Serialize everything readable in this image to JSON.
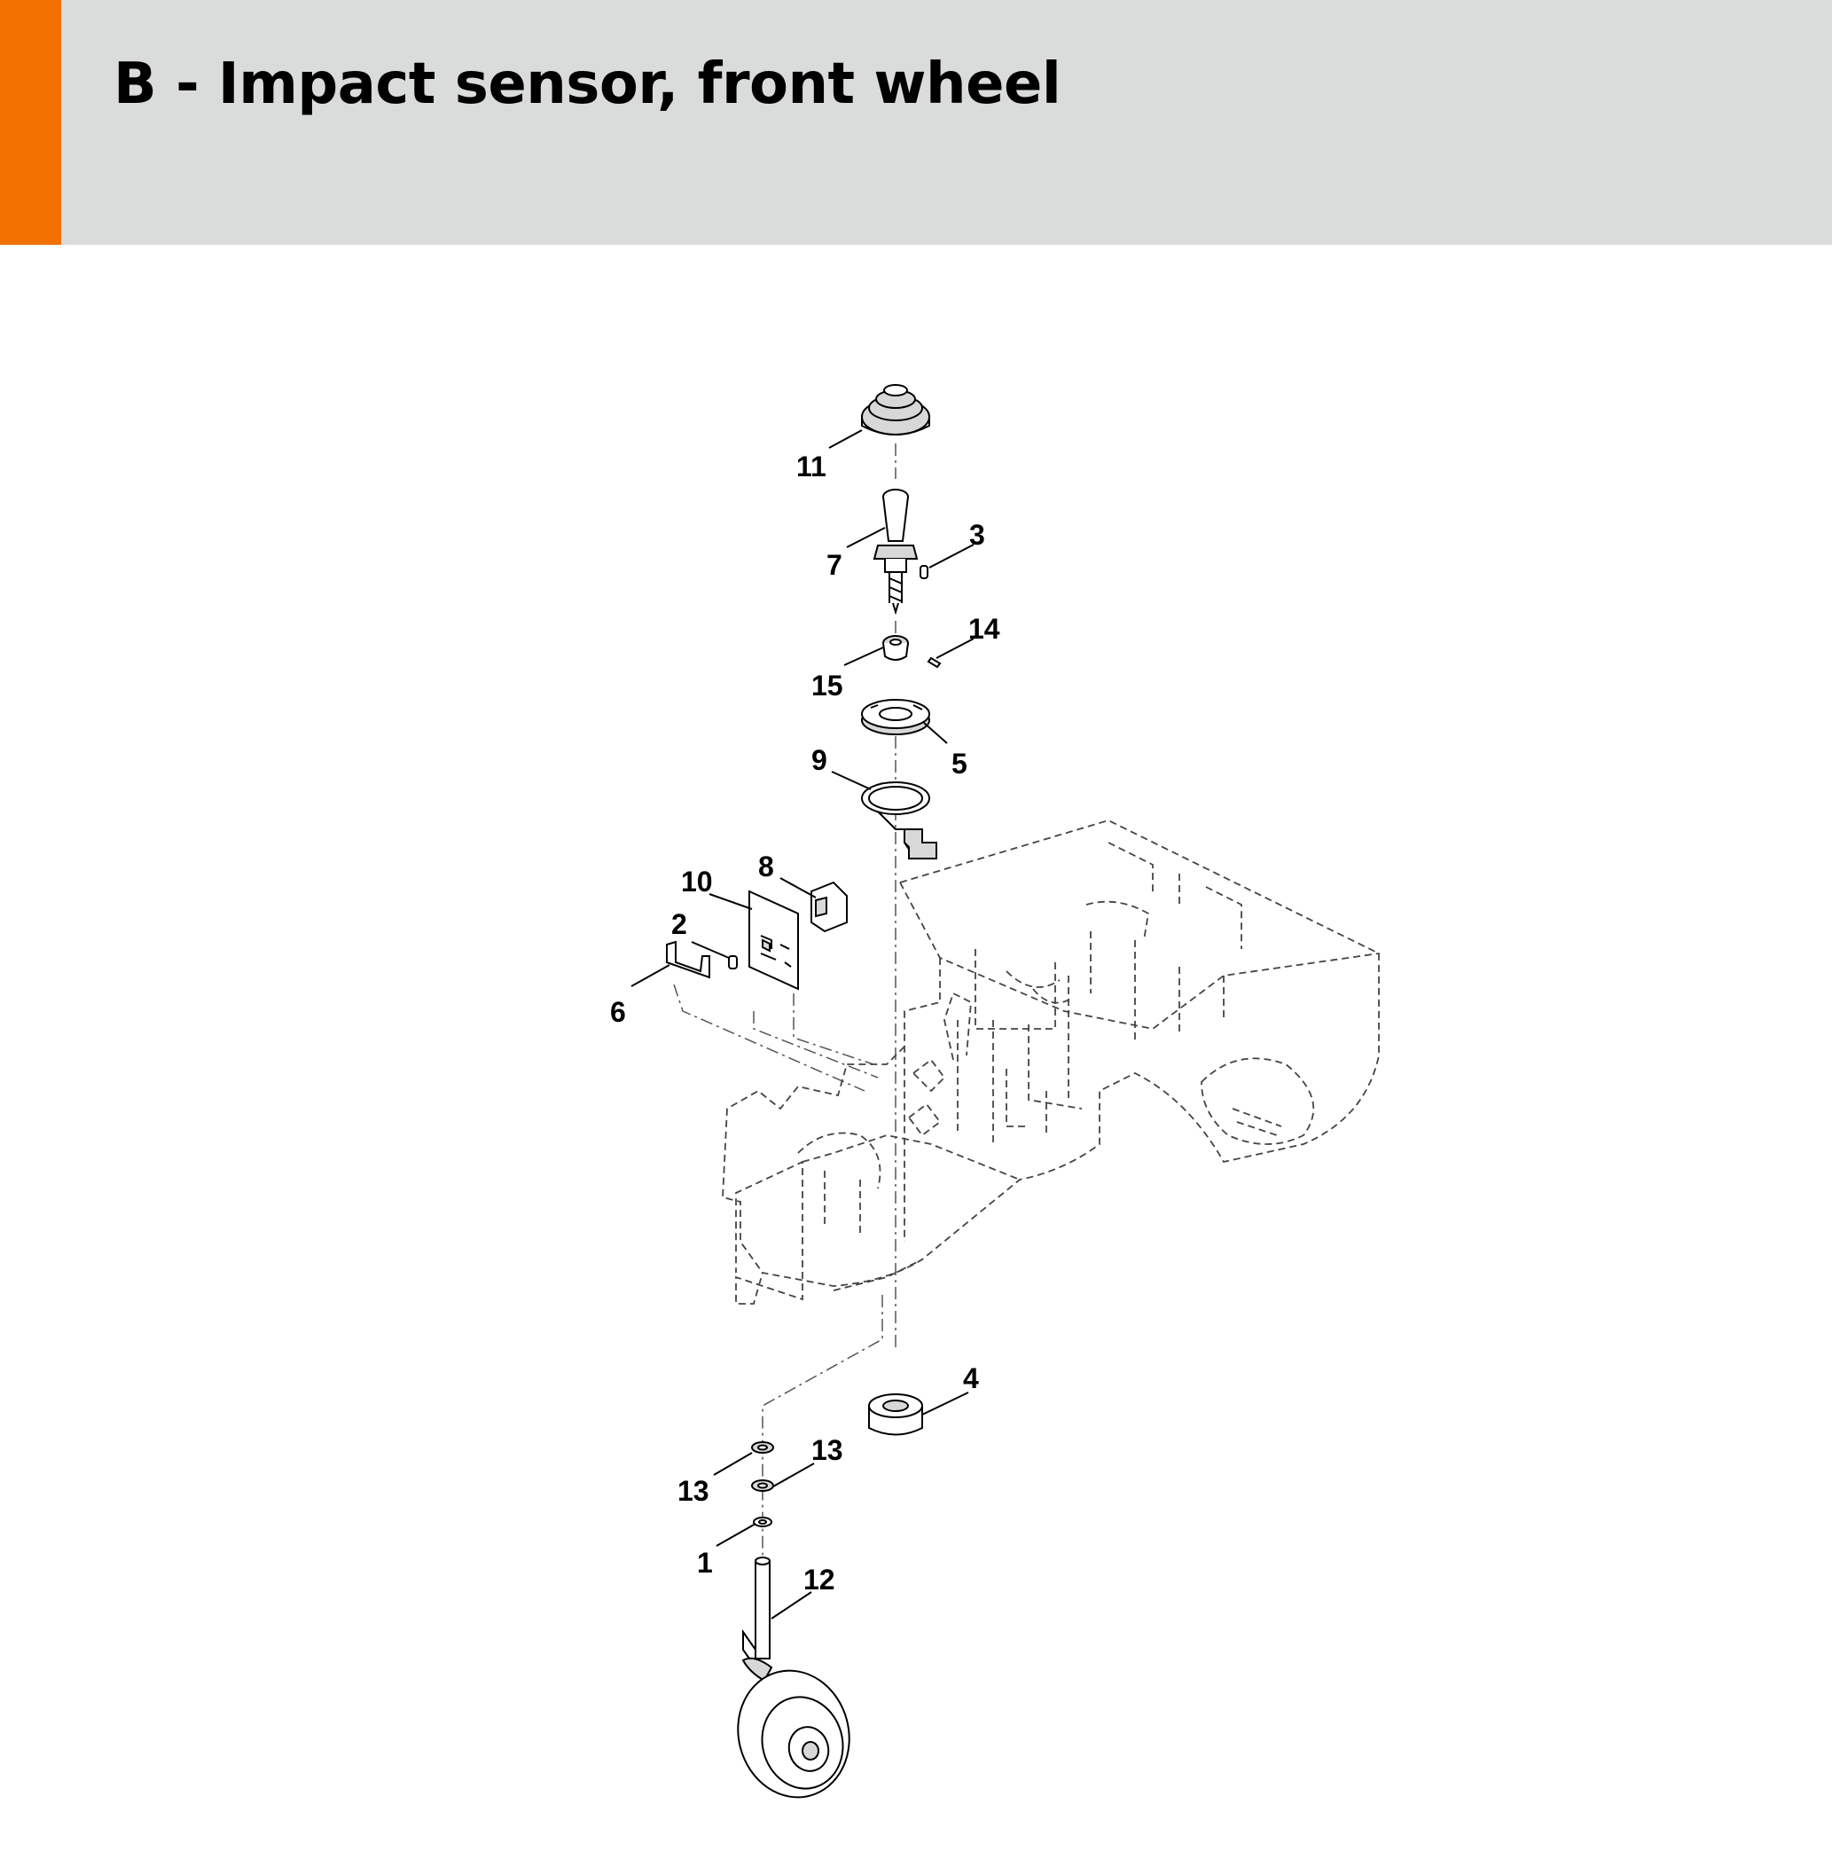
{
  "header": {
    "title": "B - Impact sensor, front wheel",
    "accent_color": "#f07000",
    "background_color": "#dadcdb"
  },
  "diagram": {
    "callouts": [
      "11",
      "7",
      "3",
      "14",
      "15",
      "5",
      "9",
      "8",
      "10",
      "2",
      "6",
      "4",
      "13",
      "13",
      "1",
      "12"
    ],
    "parts": [
      {
        "callout": "1",
        "label": "1"
      },
      {
        "callout": "2",
        "label": "2"
      },
      {
        "callout": "3",
        "label": "3"
      },
      {
        "callout": "4",
        "label": "4"
      },
      {
        "callout": "5",
        "label": "5"
      },
      {
        "callout": "6",
        "label": "6"
      },
      {
        "callout": "7",
        "label": "7"
      },
      {
        "callout": "8",
        "label": "8"
      },
      {
        "callout": "9",
        "label": "9"
      },
      {
        "callout": "10",
        "label": "10"
      },
      {
        "callout": "11",
        "label": "11"
      },
      {
        "callout": "12",
        "label": "12"
      },
      {
        "callout": "13a",
        "label": "13"
      },
      {
        "callout": "13b",
        "label": "13"
      },
      {
        "callout": "14",
        "label": "14"
      },
      {
        "callout": "15",
        "label": "15"
      }
    ]
  }
}
